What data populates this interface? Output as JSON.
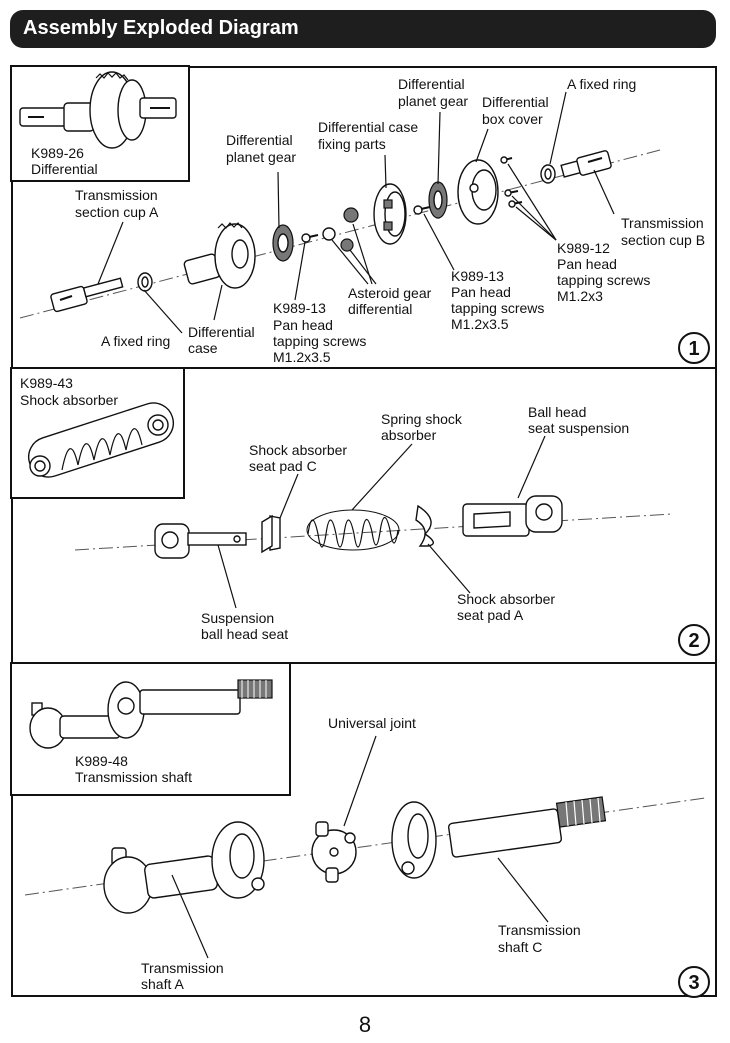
{
  "header": {
    "title": "Assembly Exploded Diagram"
  },
  "page_number": "8",
  "step1": {
    "number": "1",
    "inset": {
      "code": "K989-26",
      "name": "Differential"
    },
    "labels": {
      "transmission_cup_a_1": "Transmission",
      "transmission_cup_a_2": "section cup A",
      "fixed_ring_left": "A fixed ring",
      "diff_case_1": "Differential",
      "diff_case_2": "case",
      "planet_gear_left_1": "Differential",
      "planet_gear_left_2": "planet gear",
      "case_fixing_1": "Differential case",
      "case_fixing_2": "fixing parts",
      "planet_gear_right_1": "Differential",
      "planet_gear_right_2": "planet gear",
      "box_cover_1": "Differential",
      "box_cover_2": "box cover",
      "fixed_ring_right": "A fixed ring",
      "transmission_cup_b_1": "Transmission",
      "transmission_cup_b_2": "section cup B",
      "screw_left_1": "K989-13",
      "screw_left_2": "Pan head",
      "screw_left_3": "tapping screws",
      "screw_left_4": "M1.2x3.5",
      "asteroid_1": "Asteroid gear",
      "asteroid_2": "differential",
      "screw_mid_1": "K989-13",
      "screw_mid_2": "Pan head",
      "screw_mid_3": "tapping screws",
      "screw_mid_4": "M1.2x3.5",
      "screw_right_1": "K989-12",
      "screw_right_2": "Pan head",
      "screw_right_3": "tapping screws",
      "screw_right_4": "M1.2x3"
    }
  },
  "step2": {
    "number": "2",
    "inset": {
      "code": "K989-43",
      "name": "Shock absorber"
    },
    "labels": {
      "seat_pad_c_1": "Shock absorber",
      "seat_pad_c_2": "seat pad C",
      "spring_1": "Spring shock",
      "spring_2": "absorber",
      "ball_head_1": "Ball head",
      "ball_head_2": "seat suspension",
      "suspension_1": "Suspension",
      "suspension_2": "ball head seat",
      "seat_pad_a_1": "Shock absorber",
      "seat_pad_a_2": "seat pad A"
    }
  },
  "step3": {
    "number": "3",
    "inset": {
      "code": "K989-48",
      "name": "Transmission shaft"
    },
    "labels": {
      "universal_joint": "Universal joint",
      "shaft_c_1": "Transmission",
      "shaft_c_2": "shaft C",
      "shaft_a_1": "Transmission",
      "shaft_a_2": "shaft A"
    }
  }
}
